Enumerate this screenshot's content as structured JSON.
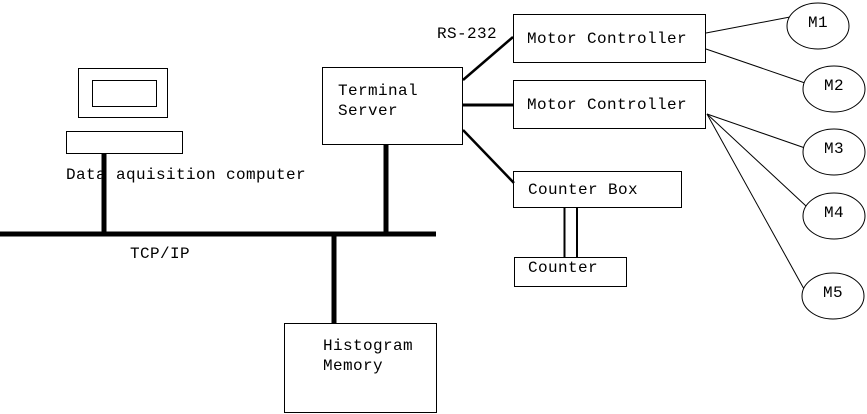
{
  "labels": {
    "data_acquisition_computer": "Data aquisition computer",
    "tcp_ip": "TCP/IP",
    "rs_232": "RS-232"
  },
  "boxes": {
    "terminal_server": {
      "line1": "Terminal",
      "line2": "Server"
    },
    "motor_controller_1": {
      "label": "Motor Controller"
    },
    "motor_controller_2": {
      "label": "Motor Controller"
    },
    "counter_box": {
      "label": "Counter Box"
    },
    "counter": {
      "label": "Counter"
    },
    "histogram_memory": {
      "line1": "Histogram",
      "line2": "Memory"
    }
  },
  "motors": [
    {
      "label": "M1"
    },
    {
      "label": "M2"
    },
    {
      "label": "M3"
    },
    {
      "label": "M4"
    },
    {
      "label": "M5"
    }
  ],
  "colors": {
    "line": "#000000",
    "text": "#000000",
    "background": "#ffffff"
  }
}
